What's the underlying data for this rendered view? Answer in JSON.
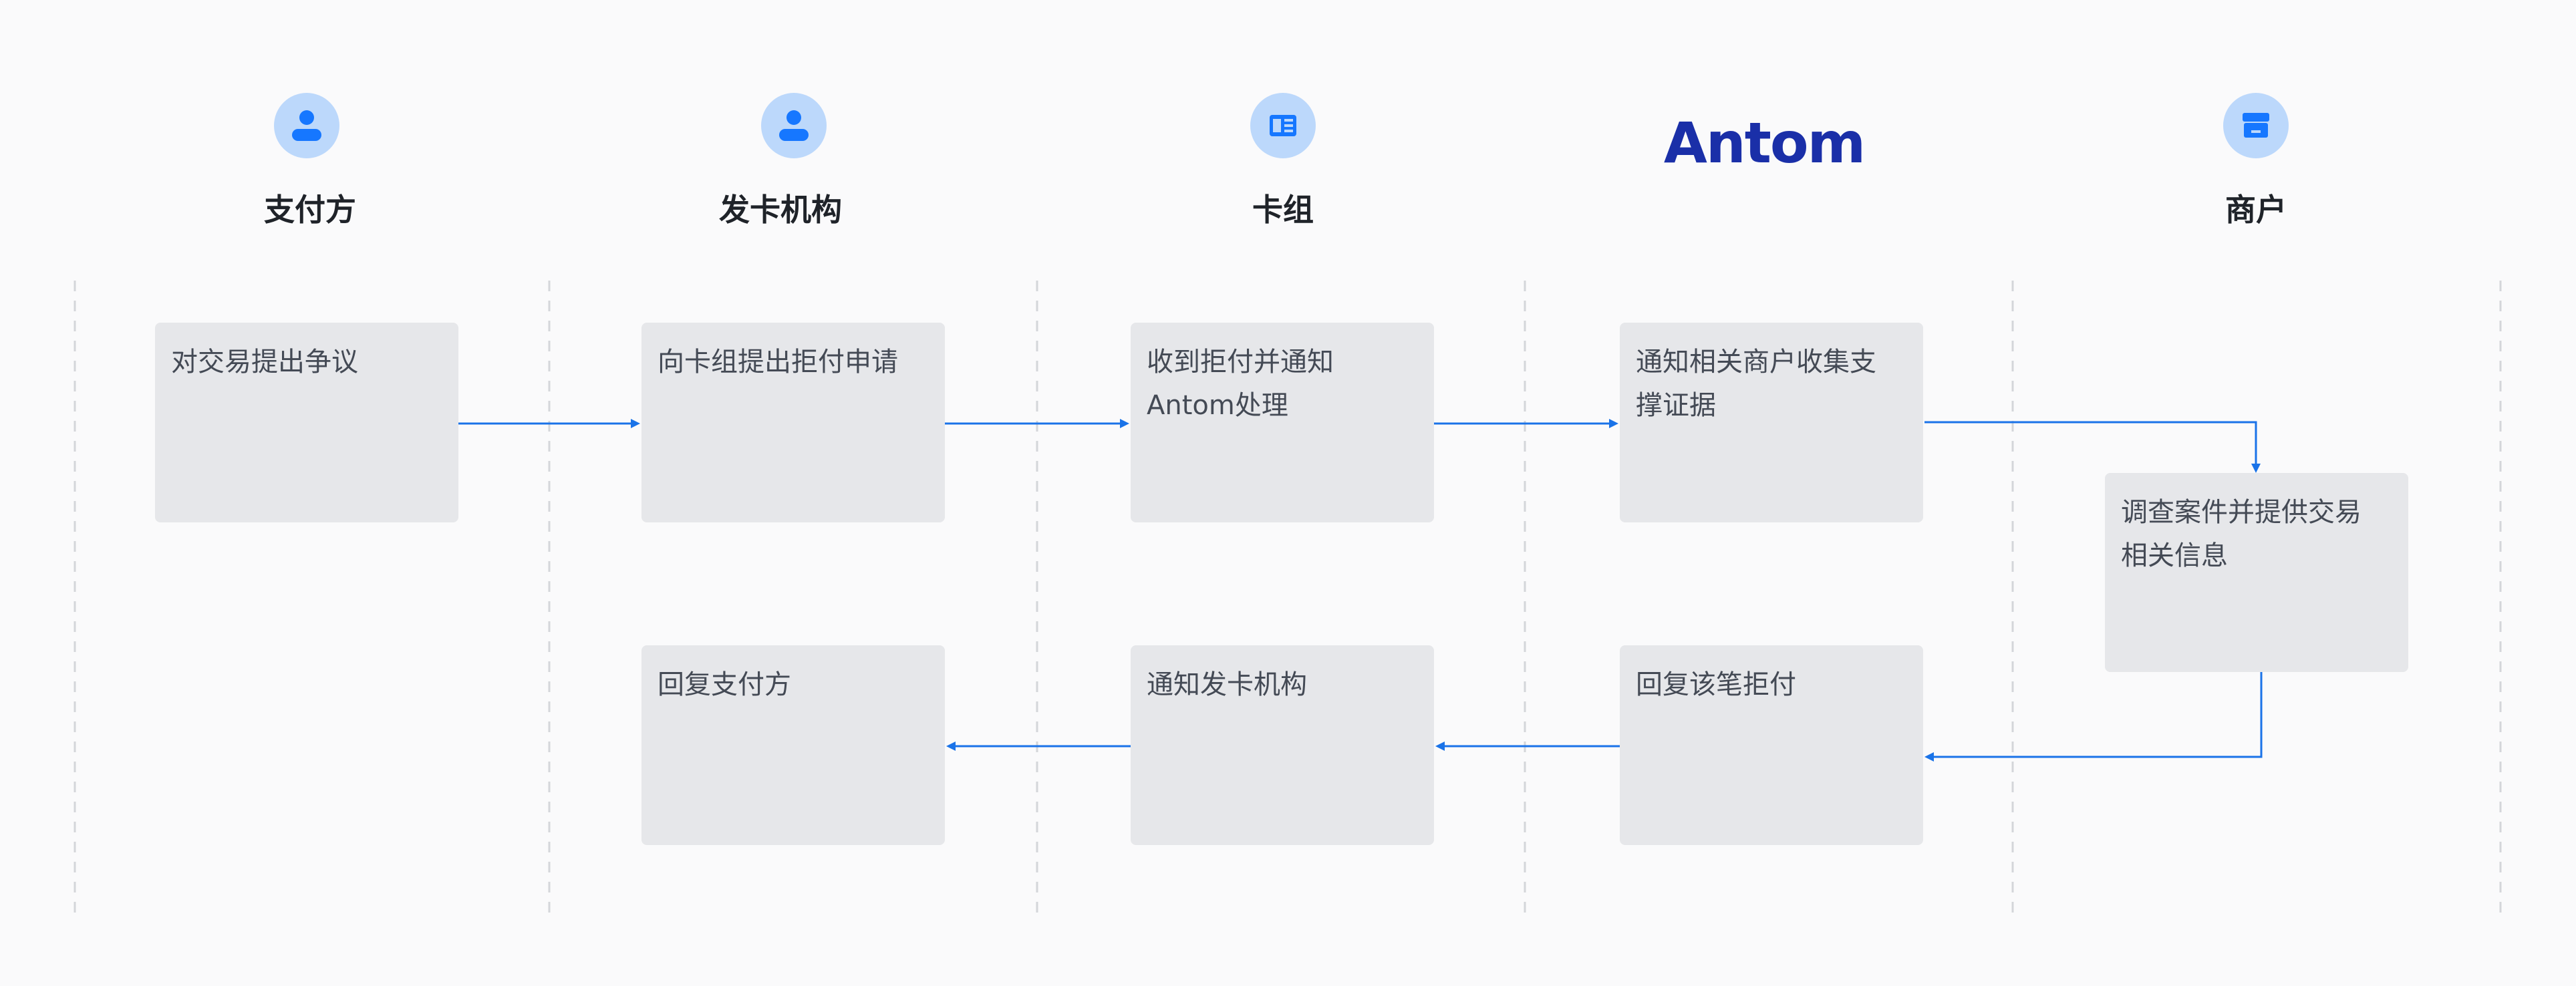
{
  "lanes": [
    {
      "id": "payer",
      "title": "支付方",
      "icon": "user-icon"
    },
    {
      "id": "issuer",
      "title": "发卡机构",
      "icon": "user-icon"
    },
    {
      "id": "card_network",
      "title": "卡组",
      "icon": "card-network-icon"
    },
    {
      "id": "antom",
      "title": "",
      "logo_text": "Antom",
      "icon": "antom-logo"
    },
    {
      "id": "merchant",
      "title": "商户",
      "icon": "store-icon"
    }
  ],
  "steps": [
    {
      "id": "s1",
      "lane": "payer",
      "lines": [
        "对交易提出争议"
      ]
    },
    {
      "id": "s2",
      "lane": "issuer",
      "lines": [
        "向卡组提出拒付申请"
      ]
    },
    {
      "id": "s3",
      "lane": "card_network",
      "lines": [
        "收到拒付并通知",
        "Antom处理"
      ]
    },
    {
      "id": "s4",
      "lane": "antom",
      "lines": [
        "通知相关商户收集支",
        "撑证据"
      ]
    },
    {
      "id": "s5",
      "lane": "merchant",
      "lines": [
        "调查案件并提供交易",
        "相关信息"
      ]
    },
    {
      "id": "s6",
      "lane": "antom",
      "lines": [
        "回复该笔拒付"
      ]
    },
    {
      "id": "s7",
      "lane": "card_network",
      "lines": [
        "通知发卡机构"
      ]
    },
    {
      "id": "s8",
      "lane": "issuer",
      "lines": [
        "回复支付方"
      ]
    }
  ],
  "connections": [
    {
      "from": "s1",
      "to": "s2"
    },
    {
      "from": "s2",
      "to": "s3"
    },
    {
      "from": "s3",
      "to": "s4"
    },
    {
      "from": "s4",
      "to": "s5"
    },
    {
      "from": "s5",
      "to": "s6"
    },
    {
      "from": "s6",
      "to": "s7"
    },
    {
      "from": "s7",
      "to": "s8"
    }
  ],
  "colors": {
    "accent": "#1677ff",
    "icon_background": "#bcd8fb",
    "box_fill": "#e6e7ea",
    "arrow": "#1a73e8",
    "logo": "#1a2fa8"
  }
}
